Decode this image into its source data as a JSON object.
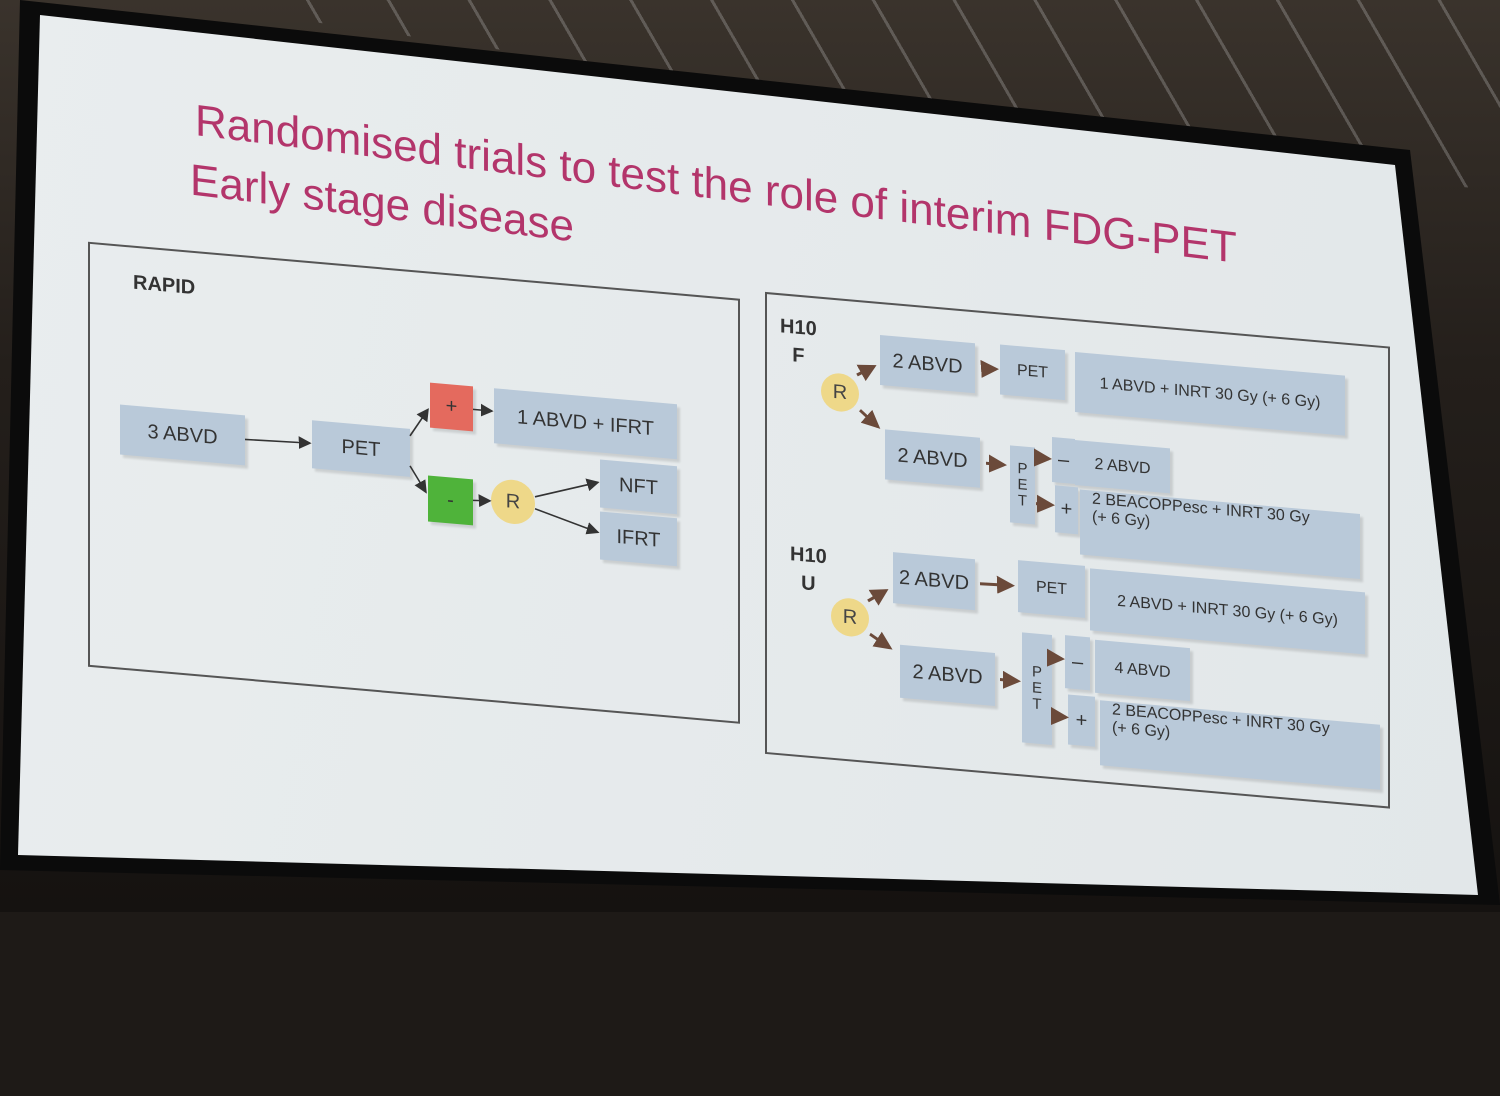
{
  "slide": {
    "title_line1": "Randomised trials to test the role of interim FDG-PET",
    "title_line2": "Early stage disease",
    "accent_color": "#b3356b"
  },
  "rapid": {
    "label": "RAPID",
    "start": "3 ABVD",
    "pet": "PET",
    "positive": "+",
    "positive_arm": "1 ABVD + IFRT",
    "negative": "-",
    "randomise": "R",
    "arm_nft": "NFT",
    "arm_ifrt": "IFRT"
  },
  "h10": {
    "f_label_line1": "H10",
    "f_label_line2": "F",
    "f_randomise": "R",
    "f_std_chemo": "2 ABVD",
    "f_std_pet": "PET",
    "f_std_arm": "1 ABVD + INRT 30 Gy (+ 6 Gy)",
    "f_exp_chemo": "2 ABVD",
    "f_exp_pet": [
      "P",
      "E",
      "T"
    ],
    "f_neg": "–",
    "f_neg_arm": "2 ABVD",
    "f_pos": "+",
    "f_pos_arm_line1": "2 BEACOPPesc + INRT 30 Gy",
    "f_pos_arm_line2": "(+ 6 Gy)",
    "u_label_line1": "H10",
    "u_label_line2": "U",
    "u_randomise": "R",
    "u_std_chemo": "2 ABVD",
    "u_std_pet": "PET",
    "u_std_arm": "2 ABVD + INRT 30 Gy (+ 6 Gy)",
    "u_exp_chemo": "2 ABVD",
    "u_exp_pet": [
      "P",
      "E",
      "T"
    ],
    "u_neg": "–",
    "u_neg_arm": "4 ABVD",
    "u_pos": "+",
    "u_pos_arm_line1": "2 BEACOPPesc + INRT 30 Gy",
    "u_pos_arm_line2": "(+ 6 Gy)"
  }
}
